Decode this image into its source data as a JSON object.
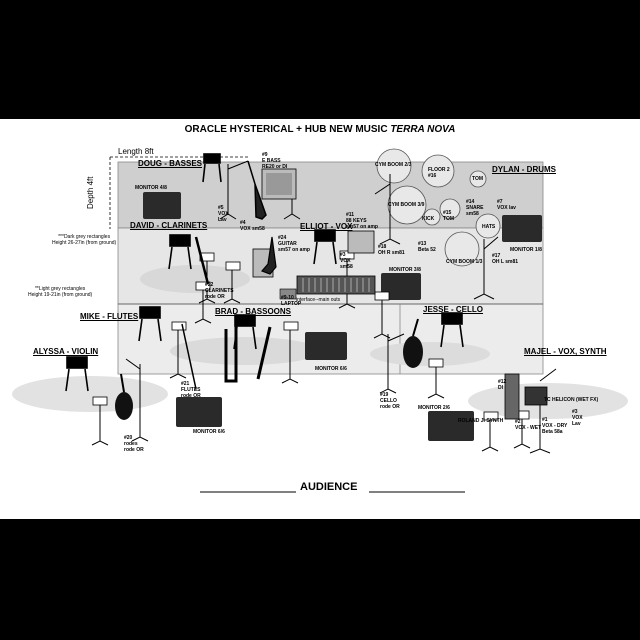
{
  "title": "ORACLE HYSTERICAL + HUB NEW MUSIC",
  "title_italic": "TERRA NOVA",
  "audience": "AUDIENCE",
  "dims": {
    "length": "Length 8ft",
    "depth": "Depth 4ft"
  },
  "notes": {
    "dark": "***Dark grey rectangles\nHeight 26-27in (from ground)",
    "light": "**Light grey rectangles\nHeight 19-21in (from ground)"
  },
  "performers": {
    "doug": "DOUG - BASSES",
    "david": "DAVID - CLARINETS",
    "elliot": "ELLIOT - VOX",
    "dylan": "DYLAN - DRUMS",
    "mike": "MIKE - FLUTES",
    "brad": "BRAD - BASSOONS",
    "jesse": "JESSE - CELLO",
    "alyssa": "ALYSSA - VIOLIN",
    "majel": "MAJEL - VOX, SYNTH"
  },
  "labels": {
    "monitor_doug": "MONITOR 4/8",
    "e_bass": "#9\nE BASS\nRE20 or DI",
    "vox_doug": "#5\nVOX\nLav",
    "vox_sm58": "#4\nVOX sm58",
    "cym_boom_23": "CYM BOOM 2/3",
    "floor_tom": "FLOOR 2\n#16",
    "tom": "TOM",
    "cym_boom_39": "CYM BOOM 3/9",
    "kick": "KICK",
    "tom15": "#15\nTOM",
    "snare": "#14\nSNARE\nsm58",
    "vox_lav_dylan": "#7\nVOX lav",
    "hats": "HATS",
    "monitor_dylan": "MONITOR 1/8",
    "beta52": "#13\nBeta 52",
    "oh_sm81": "#17\nOH L sm81",
    "cym_boom_13": "CYM BOOM 1/3",
    "keys": "#11\n88 KEYS\nsm57 on amp",
    "guitar": "#24\nGUITAR\nsm57 on amp",
    "vox_elliot": "#3\nVOX\nsm58",
    "oh_r": "#18\nOH R sm81",
    "monitor_elliot": "MONITOR 3/8",
    "laptop": "#9-10\nLAPTOP",
    "interface": "interface--main outs",
    "clarinets": "#22\nCLARINETS\nrode OR",
    "flutes": "#21\nFLUTES\nrode OR",
    "monitor_flutes": "MONITOR 6/6",
    "monitor_brad": "MONITOR 6/6",
    "rodes": "#20\nrodes\nrode OR",
    "cello": "#19\nCELLO\nrode OR",
    "monitor_jesse": "MONITOR 2/6",
    "roland": "ROLAND JI SYNTH",
    "di": "#12\nDI",
    "tc_helicon": "TC HELICON (WET FX)",
    "vox_wet": "#2\nVOX - WET",
    "vox_dry": "#1\nVOX - DRY\nBeta 58a",
    "vox_lav_majel": "#3\nVOX\nLav"
  },
  "colors": {
    "dark_riser": "#cfcfcf",
    "light_riser": "#e8e8e8",
    "frame": "#000000"
  }
}
